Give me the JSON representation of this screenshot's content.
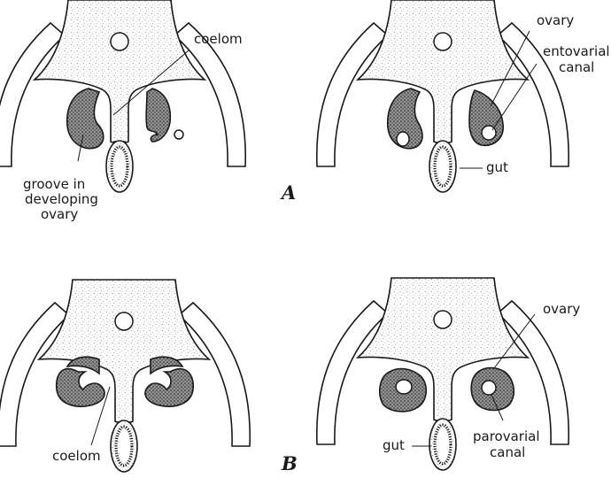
{
  "figure": {
    "plate_labels": {
      "A": "A",
      "B": "B"
    },
    "panels": {
      "A_left": {
        "coelom": "coelom",
        "groove": [
          "groove in",
          "developing",
          "ovary"
        ]
      },
      "A_right": {
        "ovary": "ovary",
        "entovarial": [
          "entovarial",
          "canal"
        ],
        "gut": "gut"
      },
      "B_left": {
        "coelom": "coelom"
      },
      "B_right": {
        "ovary": "ovary",
        "gut": "gut",
        "parovarial": [
          "parovarial",
          "canal"
        ]
      }
    }
  }
}
